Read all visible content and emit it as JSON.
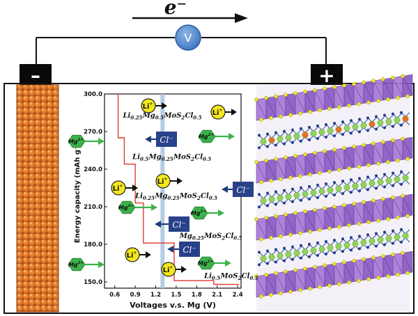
{
  "circuit": {
    "electron_label": "e⁻",
    "voltmeter_label": "V",
    "negative_label": "–",
    "positive_label": "+"
  },
  "chart_data": {
    "type": "line",
    "title": "",
    "xlabel": "Voltages v.s. Mg (V)",
    "ylabel": "Energy capacity (mAh g⁻¹)",
    "xlim": [
      0.45,
      2.45
    ],
    "ylim": [
      145,
      300
    ],
    "xticks": [
      0.6,
      0.9,
      1.2,
      1.5,
      1.8,
      2.1,
      2.4
    ],
    "yticks": [
      150.0,
      180.0,
      210.0,
      240.0,
      270.0,
      300.0
    ],
    "ytick_labels": [
      "150.0",
      "180.0",
      "210.0",
      "240.0",
      "270.0",
      "300.0"
    ],
    "series": [
      {
        "x": [
          0.65,
          0.65,
          0.74,
          0.74,
          0.9,
          0.9,
          1.02,
          1.02,
          1.47,
          1.47,
          2.05,
          2.05,
          2.42
        ],
        "y": [
          300,
          265,
          265,
          244,
          244,
          213,
          213,
          181,
          181,
          151,
          151,
          148,
          148
        ],
        "color": "#e0392f"
      }
    ],
    "reference_line": {
      "x": 1.3,
      "color": "#a9c4dc"
    },
    "phase_labels": [
      {
        "text": "Li0.25Mg0.5MoS2Cl0.5",
        "x": 0.72,
        "y": 281
      },
      {
        "text": "Li0.5Mg0.25MoS2Cl0.5",
        "x": 0.86,
        "y": 248
      },
      {
        "text": "Li0.25Mg0.25MoS2Cl0.5",
        "x": 0.9,
        "y": 217
      },
      {
        "text": "Mg0.25MoS2Cl0.5",
        "x": 1.55,
        "y": 185
      },
      {
        "text": "Li0.5MoS2Cl0.5",
        "x": 1.91,
        "y": 153
      }
    ]
  },
  "ions": {
    "li": "Li",
    "li_charge": "+",
    "mg": "Mg",
    "mg_charge": "2+",
    "cl": "Cl⁻"
  }
}
